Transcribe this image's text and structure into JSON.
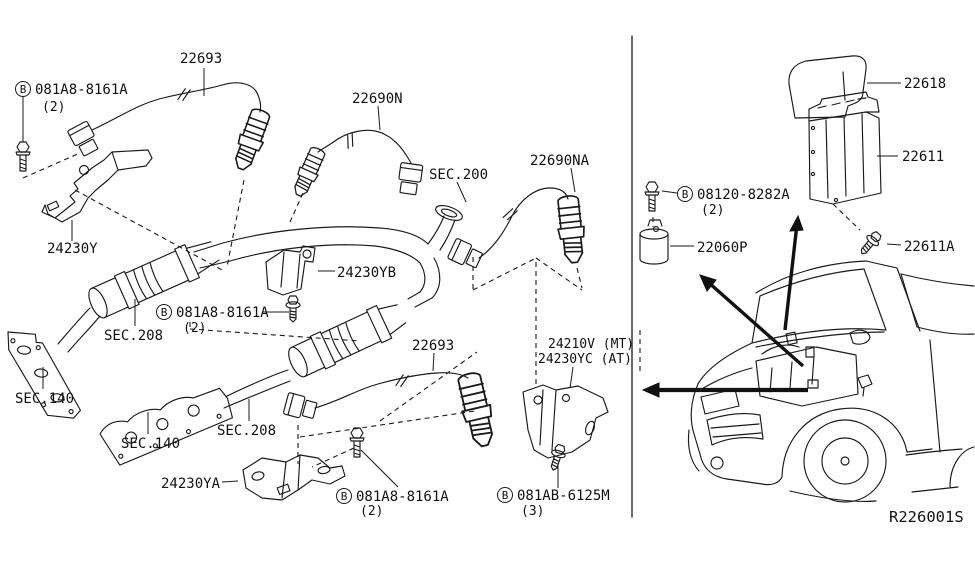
{
  "diagram": {
    "code": "R226001S",
    "colors": {
      "background": "#ffffff",
      "ink": "#1a1a1a"
    },
    "parts": {
      "sensor_22693_top": "22693",
      "sensor_22690N": "22690N",
      "sensor_22690NA": "22690NA",
      "sensor_22693_lower": "22693",
      "bracket_24230Y": "24230Y",
      "bracket_24230YB": "24230YB",
      "bracket_24230YA": "24230YA",
      "bracket_24210V_mt": "24210V (MT)",
      "bracket_24230YC_at": "24230YC (AT)",
      "ecm_cover_22618": "22618",
      "ecm_22611": "22611",
      "screw_22611A": "22611A",
      "spacer_22060P": "22060P"
    },
    "sections": {
      "sec200": "SEC.200",
      "sec208_upper": "SEC.208",
      "sec208_lower": "SEC.208",
      "sec140_left": "SEC.140",
      "sec140_lower": "SEC.140"
    },
    "fasteners": {
      "symbol": "B",
      "bolt_top": {
        "ref": "081A8-8161A",
        "qty": "(2)"
      },
      "bolt_mid": {
        "ref": "081A8-8161A",
        "qty": "(2)"
      },
      "bolt_bottom": {
        "ref": "081A8-8161A",
        "qty": "(2)"
      },
      "screw_bracket": {
        "ref": "081AB-6125M",
        "qty": "(3)"
      },
      "bolt_ecm": {
        "ref": "08120-8282A",
        "qty": "(2)"
      }
    }
  }
}
